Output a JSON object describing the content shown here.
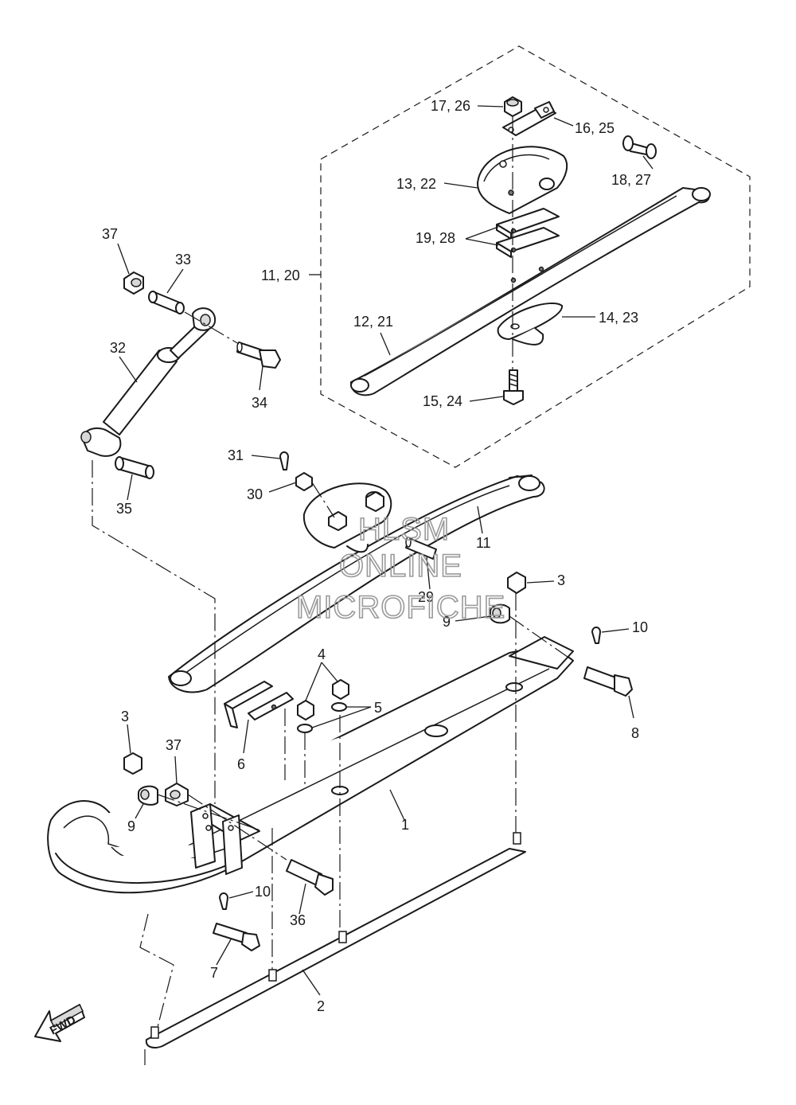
{
  "callouts": {
    "c_17_26": "17, 26",
    "c_16_25": "16, 25",
    "c_13_22": "13, 22",
    "c_18_27": "18, 27",
    "c_19_28": "19, 28",
    "c_11_20": "11, 20",
    "c_12_21": "12, 21",
    "c_14_23": "14, 23",
    "c_15_24": "15, 24",
    "c_37_top": "37",
    "c_33": "33",
    "c_32": "32",
    "c_34": "34",
    "c_35": "35",
    "c_31": "31",
    "c_30": "30",
    "c_11": "11",
    "c_29": "29",
    "c_3_right": "3",
    "c_9_right": "9",
    "c_10_right": "10",
    "c_8": "8",
    "c_4": "4",
    "c_5": "5",
    "c_6": "6",
    "c_3_left": "3",
    "c_37_left": "37",
    "c_9_left": "9",
    "c_1": "1",
    "c_10_left": "10",
    "c_36": "36",
    "c_7": "7",
    "c_2": "2"
  },
  "watermark": {
    "line1": "HLSM",
    "line2": "ONLINE",
    "line3": "MICROFICHE"
  },
  "fwd_label": "FWD"
}
